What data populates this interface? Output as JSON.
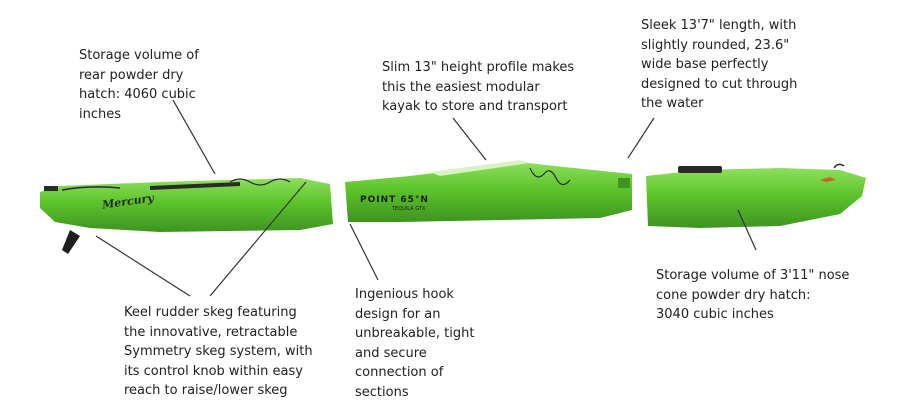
{
  "colors": {
    "hull": "#5cc42b",
    "hull_light": "#8ee05c",
    "hull_dark": "#3f9420",
    "trim": "#2a2a2a",
    "text": "#222222",
    "leader": "#333333"
  },
  "product": {
    "logo_text": "POINT 65°N",
    "logo_sub": "TEQUILA GTX",
    "stern_script": "Mercury"
  },
  "annotations": {
    "rear_hatch": "Storage volume of\nrear powder dry\nhatch: 4060 cubic\ninches",
    "height": "Slim 13\" height profile makes\nthis the easiest modular\nkayak to store and transport",
    "length": "Sleek 13'7\" length, with\nslightly rounded, 23.6\"\nwide base perfectly\ndesigned to cut through\nthe water",
    "skeg": "Keel rudder skeg featuring\nthe innovative, retractable\nSymmetry skeg system, with\nits control knob within easy\nreach to raise/lower skeg",
    "hook": "Ingenious hook\ndesign for an\nunbreakable, tight\nand secure\nconnection of\nsections",
    "nose_hatch": "Storage volume of 3'11\" nose\ncone powder dry hatch:\n3040 cubic inches"
  }
}
